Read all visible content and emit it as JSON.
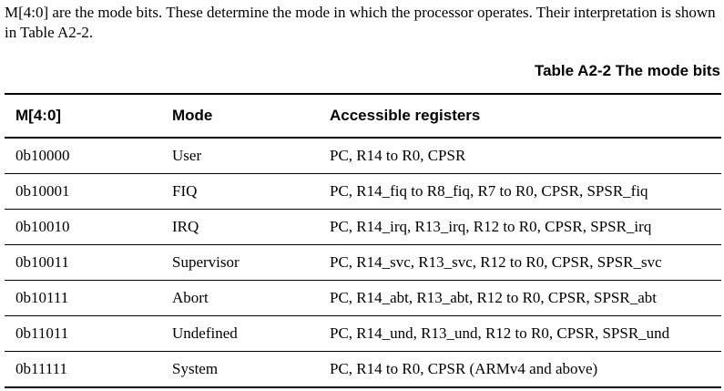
{
  "intro": {
    "text": "M[4:0] are the mode bits. These determine the mode in which the processor operates. Their interpretation is shown in Table A2-2."
  },
  "table": {
    "caption": "Table A2-2 The mode bits",
    "headers": [
      "M[4:0]",
      "Mode",
      "Accessible registers"
    ],
    "rows": [
      [
        "0b10000",
        "User",
        "PC, R14 to R0, CPSR"
      ],
      [
        "0b10001",
        "FIQ",
        "PC, R14_fiq to R8_fiq, R7 to R0, CPSR, SPSR_fiq"
      ],
      [
        "0b10010",
        "IRQ",
        "PC, R14_irq, R13_irq, R12 to R0, CPSR, SPSR_irq"
      ],
      [
        "0b10011",
        "Supervisor",
        "PC, R14_svc, R13_svc, R12 to R0, CPSR, SPSR_svc"
      ],
      [
        "0b10111",
        "Abort",
        "PC, R14_abt, R13_abt, R12 to R0, CPSR, SPSR_abt"
      ],
      [
        "0b11011",
        "Undefined",
        "PC, R14_und, R13_und, R12 to R0, CPSR, SPSR_und"
      ],
      [
        "0b11111",
        "System",
        "PC, R14 to R0, CPSR (ARMv4 and above)"
      ]
    ]
  }
}
